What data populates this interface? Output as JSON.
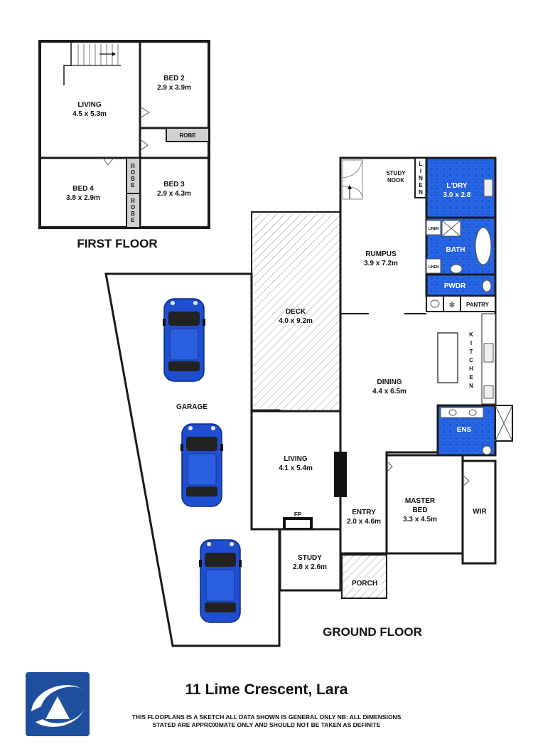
{
  "first_floor": {
    "title": "FIRST FLOOR",
    "living": {
      "name": "LIVING",
      "dims": "4.5 x 5.3m"
    },
    "bed2": {
      "name": "BED 2",
      "dims": "2.9 x 3.9m"
    },
    "robe_top": "ROBE",
    "bed4": {
      "name": "BED 4",
      "dims": "3.8 x 2.9m"
    },
    "robe_v1": [
      "R",
      "O",
      "B",
      "E"
    ],
    "robe_v2": [
      "R",
      "O",
      "B",
      "E"
    ],
    "bed3": {
      "name": "BED 3",
      "dims": "2.9 x 4.3m"
    }
  },
  "ground_floor": {
    "title": "GROUND FLOOR",
    "study_nook": [
      "STUDY",
      "NOOK"
    ],
    "linen_v": [
      "L",
      "I",
      "N",
      "E",
      "N"
    ],
    "laundry": {
      "name": "L'DRY",
      "dims": "3.0 x 2.8"
    },
    "linen_small_1": "LINEN",
    "linen_small_2": "LINEN",
    "rumpus": {
      "name": "RUMPUS",
      "dims": "3.9 x 7.2m"
    },
    "bath": "BATH",
    "pwdr": "PWDR",
    "pantry": "PANTRY",
    "deck": {
      "name": "DECK",
      "dims": "4.0 x 9.2m"
    },
    "kitchen_v": [
      "K",
      "I",
      "T",
      "C",
      "H",
      "E",
      "N"
    ],
    "dining": {
      "name": "DINING",
      "dims": "4.4 x 6.5m"
    },
    "garage": "GARAGE",
    "ens": "ENS",
    "living": {
      "name": "LIVING",
      "dims": "4.1 x 5.4m"
    },
    "master": {
      "name1": "MASTER",
      "name2": "BED",
      "dims": "3.3 x 4.5m"
    },
    "wir": "WIR",
    "entry": {
      "name": "ENTRY",
      "dims": "2.0 x 4.6m"
    },
    "fp": "FP",
    "study": {
      "name": "STUDY",
      "dims": "2.8 x 2.6m"
    },
    "porch": "PORCH"
  },
  "address": "11 Lime Crescent, Lara",
  "disclaimer_line1": "THIS FLOOPLANS IS A SKETCH ALL DATA SHOWN IS GENERAL ONLY NB: ALL DIMENSIONS",
  "disclaimer_line2": "STATED ARE APPROXIMATE ONLY AND SHOULD NOT BE TAKEN AS DEFINITE",
  "colors": {
    "wall": "#1a1a1a",
    "wet_area": "#1e5bd6",
    "car_body": "#1f4fd0",
    "logo_blue": "#1d4f9c"
  },
  "icons": [
    "car-icon",
    "logo-icon",
    "stairs-icon",
    "door-icon"
  ]
}
